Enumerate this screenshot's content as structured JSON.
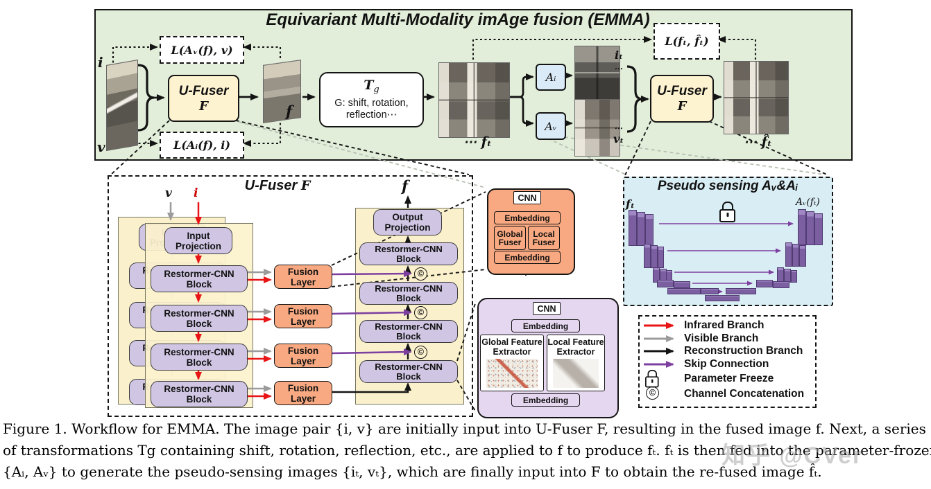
{
  "colors": {
    "panel_green": "#e2eed9",
    "panel_yellow": "#faf0cc",
    "box_cream": "#fdf3d1",
    "block_purple": "#d0c6e4",
    "fusion_orange": "#f8a981",
    "a_box_blue": "#daeaf7",
    "pseudo_blue": "#d9edf4",
    "detail_purple": "#e5d7f0",
    "infrared_red": "#e81416",
    "visible_gray": "#9b9b9b",
    "reconstruction_black": "#141414",
    "skip_purple": "#7d3fa0"
  },
  "top_panel": {
    "title": "Equivariant Multi-Modality imAge fusion (EMMA)",
    "label_i": "i",
    "label_v": "v",
    "loss_av": "L(Aᵥ(f), v)",
    "loss_ai": "L(Aᵢ(f), i)",
    "loss_recon": "L(fₜ, f̂ₜ)",
    "ufuser": "U-Fuser",
    "ufuser_f": "F",
    "label_f": "f",
    "tg_main": "T",
    "tg_sub": "g",
    "tg_line2": "G: shift, rotation,",
    "tg_line3": "reflection⋯",
    "label_ft": "⋯ fₜ",
    "label_ai_box": "Aᵢ",
    "label_av_box": "Aᵥ",
    "label_it": "iₜ",
    "label_vt": "vₜ",
    "dots": "⋯",
    "label_fhat": "⋯ f̂ₜ"
  },
  "ufuser_panel": {
    "title": "U-Fuser",
    "title_f": "F",
    "in_v": "v",
    "in_i": "i",
    "ip_line1": "Input",
    "ip_line2": "Projection",
    "block_line1": "Restormer-CNN",
    "block_line2": "Block",
    "fusion_line1": "Fusion",
    "fusion_line2": "Layer",
    "op_line1": "Output",
    "op_line2": "Projection",
    "out_f": "f",
    "concat": "©"
  },
  "fusion_detail": {
    "cnn": "CNN",
    "emb_top": "Embedding",
    "global": "Global Fuser",
    "local": "Local Fuser",
    "emb_bottom": "Embedding"
  },
  "block_detail": {
    "cnn": "CNN",
    "emb_top": "Embedding",
    "global": "Global Feature Extractor",
    "local": "Local Feature Extractor",
    "emb_bottom": "Embedding"
  },
  "pseudo": {
    "title": "Pseudo sensing Aᵥ&Aᵢ",
    "ft": "fₜ",
    "out": "Aᵥ(fₜ)"
  },
  "legend": {
    "infrared": "Infrared Branch",
    "visible": "Visible Branch",
    "reconstruction": "Reconstruction Branch",
    "skip": "Skip Connection",
    "freeze": "Parameter Freeze",
    "concat": "Channel Concatenation",
    "concat_symbol": "©"
  },
  "caption": {
    "line1": "Figure 1. Workflow for EMMA. The image pair {i, v} are initially input into U-Fuser F, resulting in the fused image f. Next, a series",
    "line2": "of transformations Tg containing shift, rotation, reflection, etc., are applied to f to produce fₜ. fₜ is then fed into the parameter-frozen",
    "line3": "{Aᵢ, Aᵥ} to generate the pseudo-sensing images {iₜ, vₜ}, which are finally input into F to obtain the re-fused image f̂ₜ."
  },
  "watermark": "知乎 @CVer"
}
